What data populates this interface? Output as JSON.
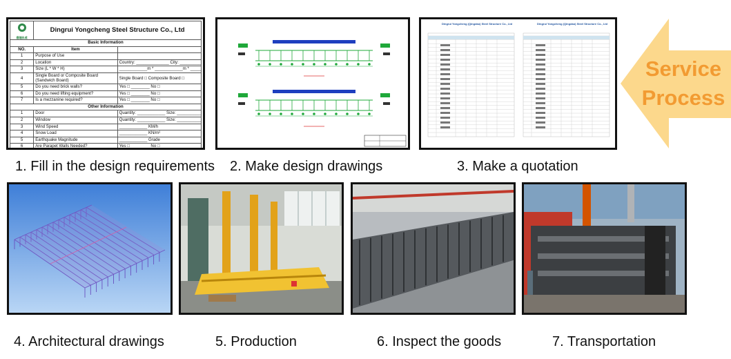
{
  "form": {
    "company": "Dingrui Yongcheng Steel Structure Co., Ltd",
    "logo_text": "鼎瑞永成",
    "section_basic": "Basic Information",
    "col_no": "NO.",
    "col_item": "Item",
    "rows_basic": [
      {
        "no": "1",
        "item": "Purpose of Use",
        "value": ""
      },
      {
        "no": "2",
        "item": "Location",
        "value": "Country: ______________ City: ______________"
      },
      {
        "no": "3",
        "item": "Size (L * W * H)",
        "value": "____________m * ____________m * ____________m"
      },
      {
        "no": "4",
        "item": "Single Board or Composite Board (Sandwich Board)",
        "value": "Single Board □   Composite Board □"
      },
      {
        "no": "5",
        "item": "Do you need brick walls?",
        "value": "Yes □ ________ No □"
      },
      {
        "no": "6",
        "item": "Do you need lifting equipment?",
        "value": "Yes □ ________ No □"
      },
      {
        "no": "7",
        "item": "Is a mezzanine required?",
        "value": "Yes □ ________ No □"
      }
    ],
    "section_other": "Other Information",
    "rows_other": [
      {
        "no": "1",
        "item": "Door",
        "value": "Quantity: ____________ Size: ______________"
      },
      {
        "no": "2",
        "item": "Window",
        "value": "Quantity: ____________ Size: ______________"
      },
      {
        "no": "3",
        "item": "Wind Speed",
        "value": "____________ KM/h"
      },
      {
        "no": "4",
        "item": "Snow Load",
        "value": "____________ KN/m²"
      },
      {
        "no": "5",
        "item": "Earthquake Magnitude",
        "value": "____________ Grade"
      },
      {
        "no": "6",
        "item": "Are Parapet Walls Needed?",
        "value": "Yes □ ________ No □"
      }
    ]
  },
  "quote": {
    "title_left": "Dingrui Yongcheng (Qingdao) Steel Structure Co., Ltd",
    "title_right": "Dingrui Yongcheng (Qingdao) Steel Structure Co., Ltd"
  },
  "badge": {
    "line1": "Service",
    "line2": "Process",
    "color": "#f29b32",
    "arrow_color": "#fcd88c"
  },
  "captions": {
    "step1": "1. Fill in the design requirements",
    "step2": "2. Make design drawings",
    "step3": "3. Make a quotation",
    "step4": "4. Architectural drawings",
    "step5": "5. Production",
    "step6": "6. Inspect the goods",
    "step7": "7. Transportation"
  }
}
